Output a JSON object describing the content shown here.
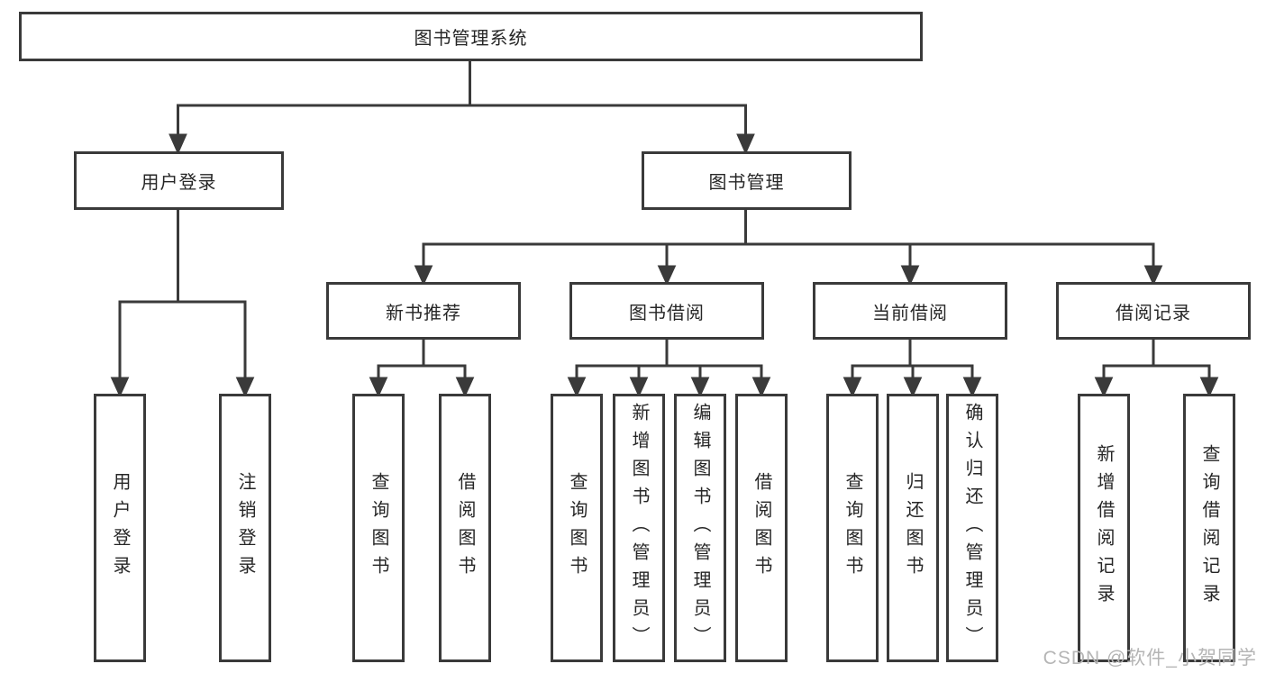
{
  "diagram": {
    "root": "图书管理系统",
    "branches": [
      {
        "label": "用户登录",
        "children": [
          "用户登录",
          "注销登录"
        ]
      },
      {
        "label": "图书管理",
        "modules": [
          {
            "label": "新书推荐",
            "children": [
              "查询图书",
              "借阅图书"
            ]
          },
          {
            "label": "图书借阅",
            "children": [
              "查询图书",
              "新增图书（管理员）",
              "编辑图书（管理员）",
              "借阅图书"
            ]
          },
          {
            "label": "当前借阅",
            "children": [
              "查询图书",
              "归还图书",
              "确认归还（管理员）"
            ]
          },
          {
            "label": "借阅记录",
            "children": [
              "新增借阅记录",
              "查询借阅记录"
            ]
          }
        ]
      }
    ]
  },
  "watermark": {
    "text": "CSDN @软件_小贺同学"
  },
  "colors": {
    "line": "#3a3a3a",
    "text": "#262626",
    "watermark": "#b5b5b5",
    "background": "#ffffff"
  }
}
